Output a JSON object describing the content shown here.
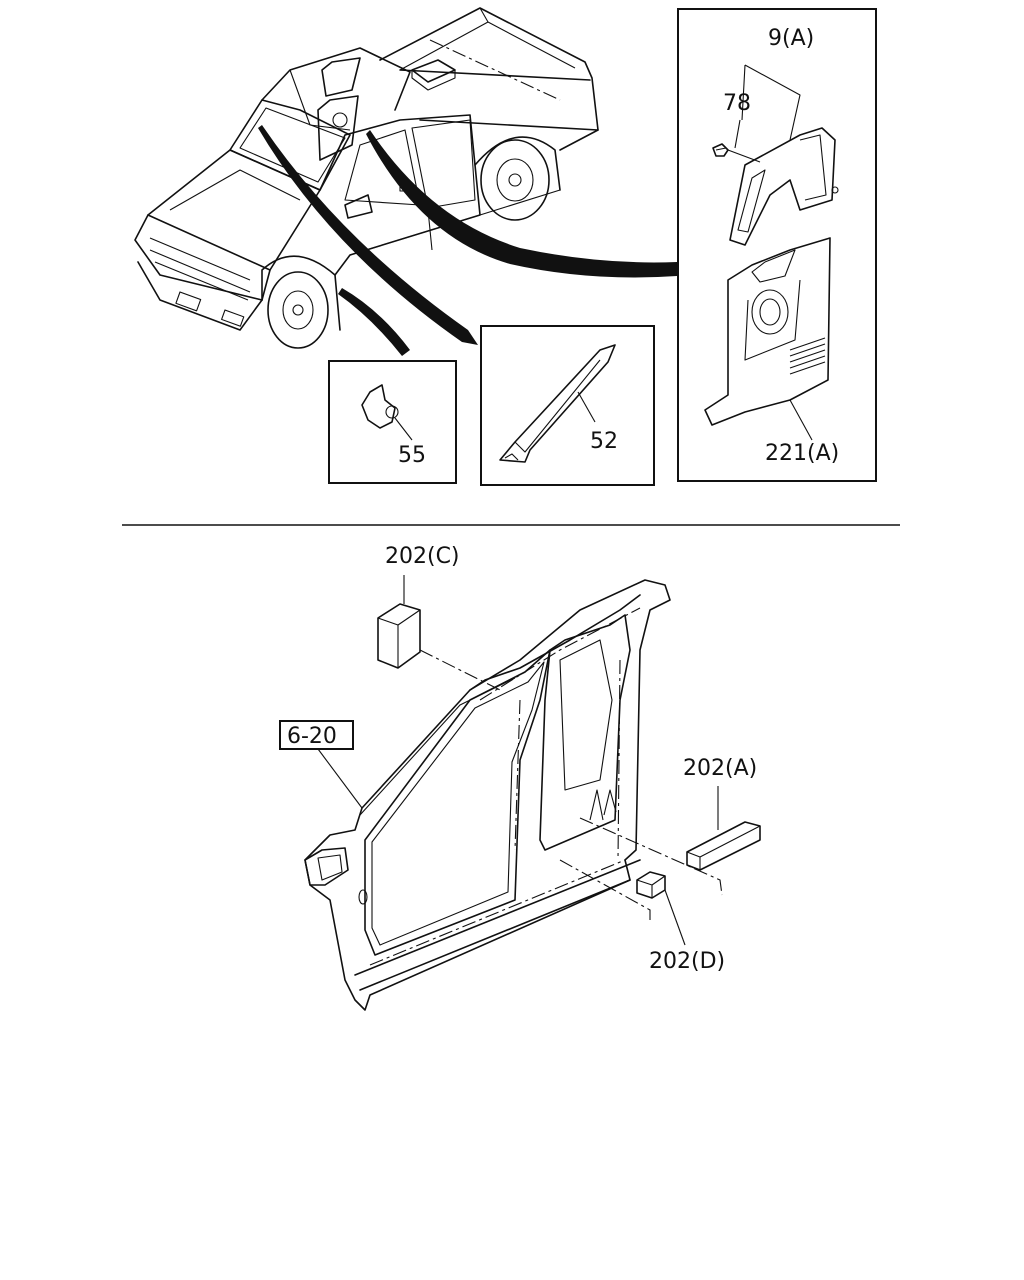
{
  "callouts": {
    "label_9a": "9(A)",
    "label_78": "78",
    "label_221a": "221(A)",
    "label_55": "55",
    "label_52": "52",
    "label_202c": "202(C)",
    "label_620": "6-20",
    "label_202a": "202(A)",
    "label_202d": "202(D)"
  }
}
